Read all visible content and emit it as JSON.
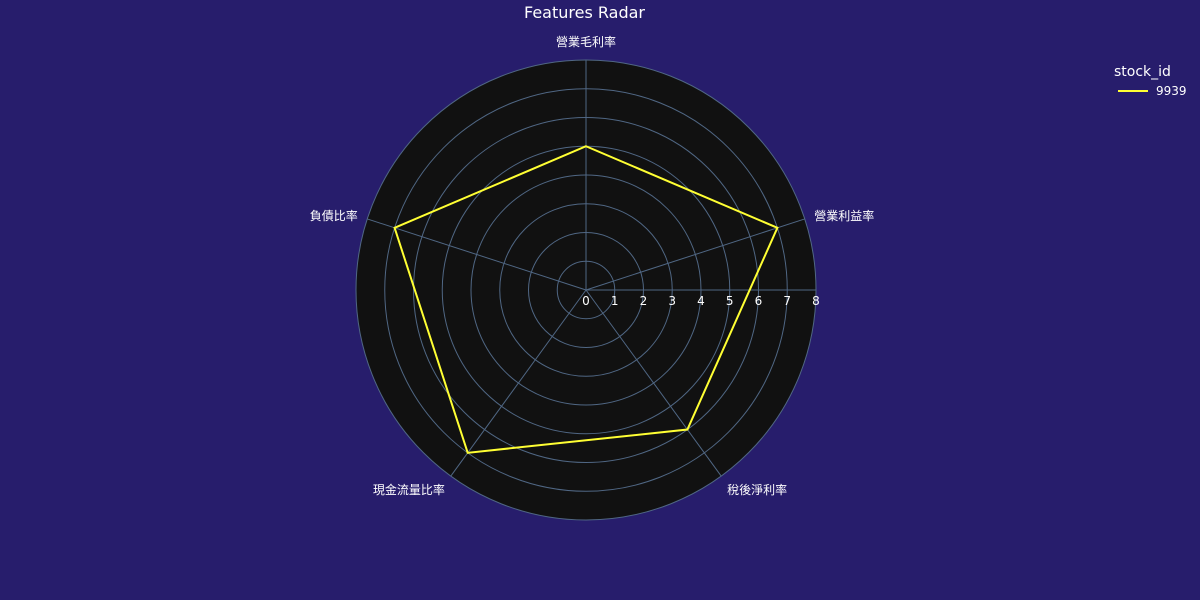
{
  "colors": {
    "page_background": "#271d6c",
    "plot_background": "#111111",
    "grid": "#506784",
    "text": "#ffffff",
    "series_line": "#ffff33"
  },
  "chart_data": {
    "type": "radar",
    "title": "Features Radar",
    "axes": [
      "營業毛利率",
      "營業利益率",
      "稅後淨利率",
      "現金流量比率",
      "負債比率"
    ],
    "radial_ticks": [
      "0",
      "1",
      "2",
      "3",
      "4",
      "5",
      "6",
      "7",
      "8"
    ],
    "radial_range": [
      0,
      8
    ],
    "grid": true,
    "legend": {
      "title": "stock_id",
      "placement": "top-right"
    },
    "series": [
      {
        "name": "9939",
        "values": [
          5,
          7,
          6,
          7,
          7
        ],
        "color": "#ffff33"
      }
    ]
  }
}
